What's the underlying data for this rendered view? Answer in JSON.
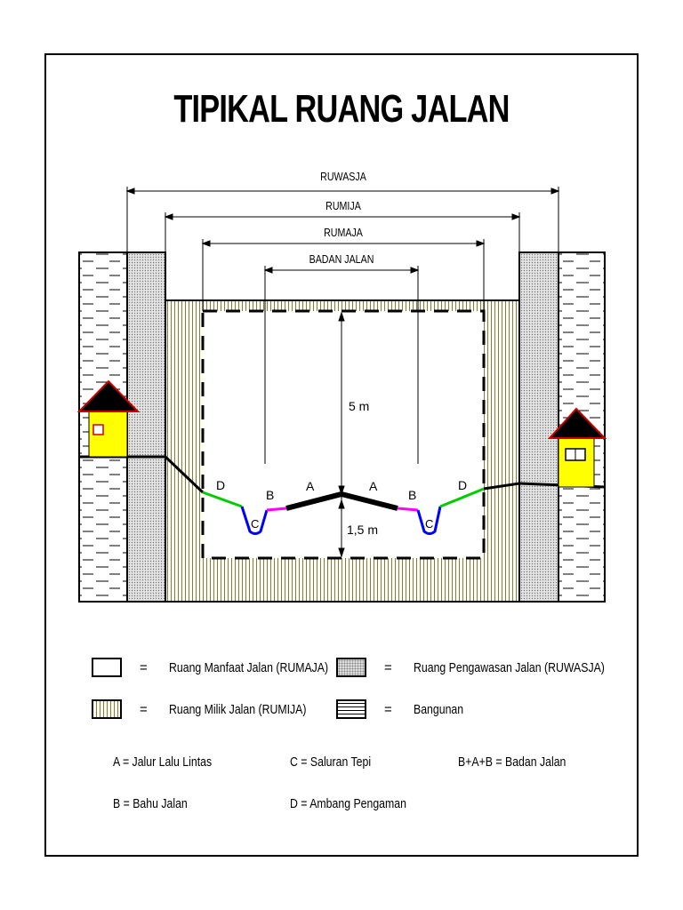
{
  "title": "TIPIKAL RUANG JALAN",
  "dimensions": {
    "ruwasja": "RUWASJA",
    "rumija": "RUMIJA",
    "rumaja": "RUMAJA",
    "badan_jalan": "BADAN JALAN",
    "height_upper": "5 m",
    "height_lower": "1,5 m"
  },
  "section_letters": {
    "d_left": "D",
    "b_left": "B",
    "a_left": "A",
    "a_right": "A",
    "b_right": "B",
    "d_right": "D",
    "c_left": "C",
    "c_right": "C"
  },
  "colors": {
    "house_wall": "#ffff00",
    "house_roof": "#000000",
    "roof_edge": "#cc0000",
    "road": "#000000",
    "shoulder_b": "#ff00ff",
    "safety_d": "#00cc00",
    "channel_c": "#0000ff"
  },
  "legend": {
    "eq": "=",
    "rumaja": "Ruang Manfaat Jalan (RUMAJA)",
    "ruwasja": "Ruang Pengawasan Jalan (RUWASJA)",
    "rumija": "Ruang Milik Jalan (RUMIJA)",
    "bangunan": "Bangunan"
  },
  "key": {
    "a": "A  = Jalur Lalu Lintas",
    "c": "C  = Saluran Tepi",
    "bab": "B+A+B  = Badan Jalan",
    "b": "B  = Bahu Jalan",
    "d": "D  = Ambang Pengaman"
  }
}
